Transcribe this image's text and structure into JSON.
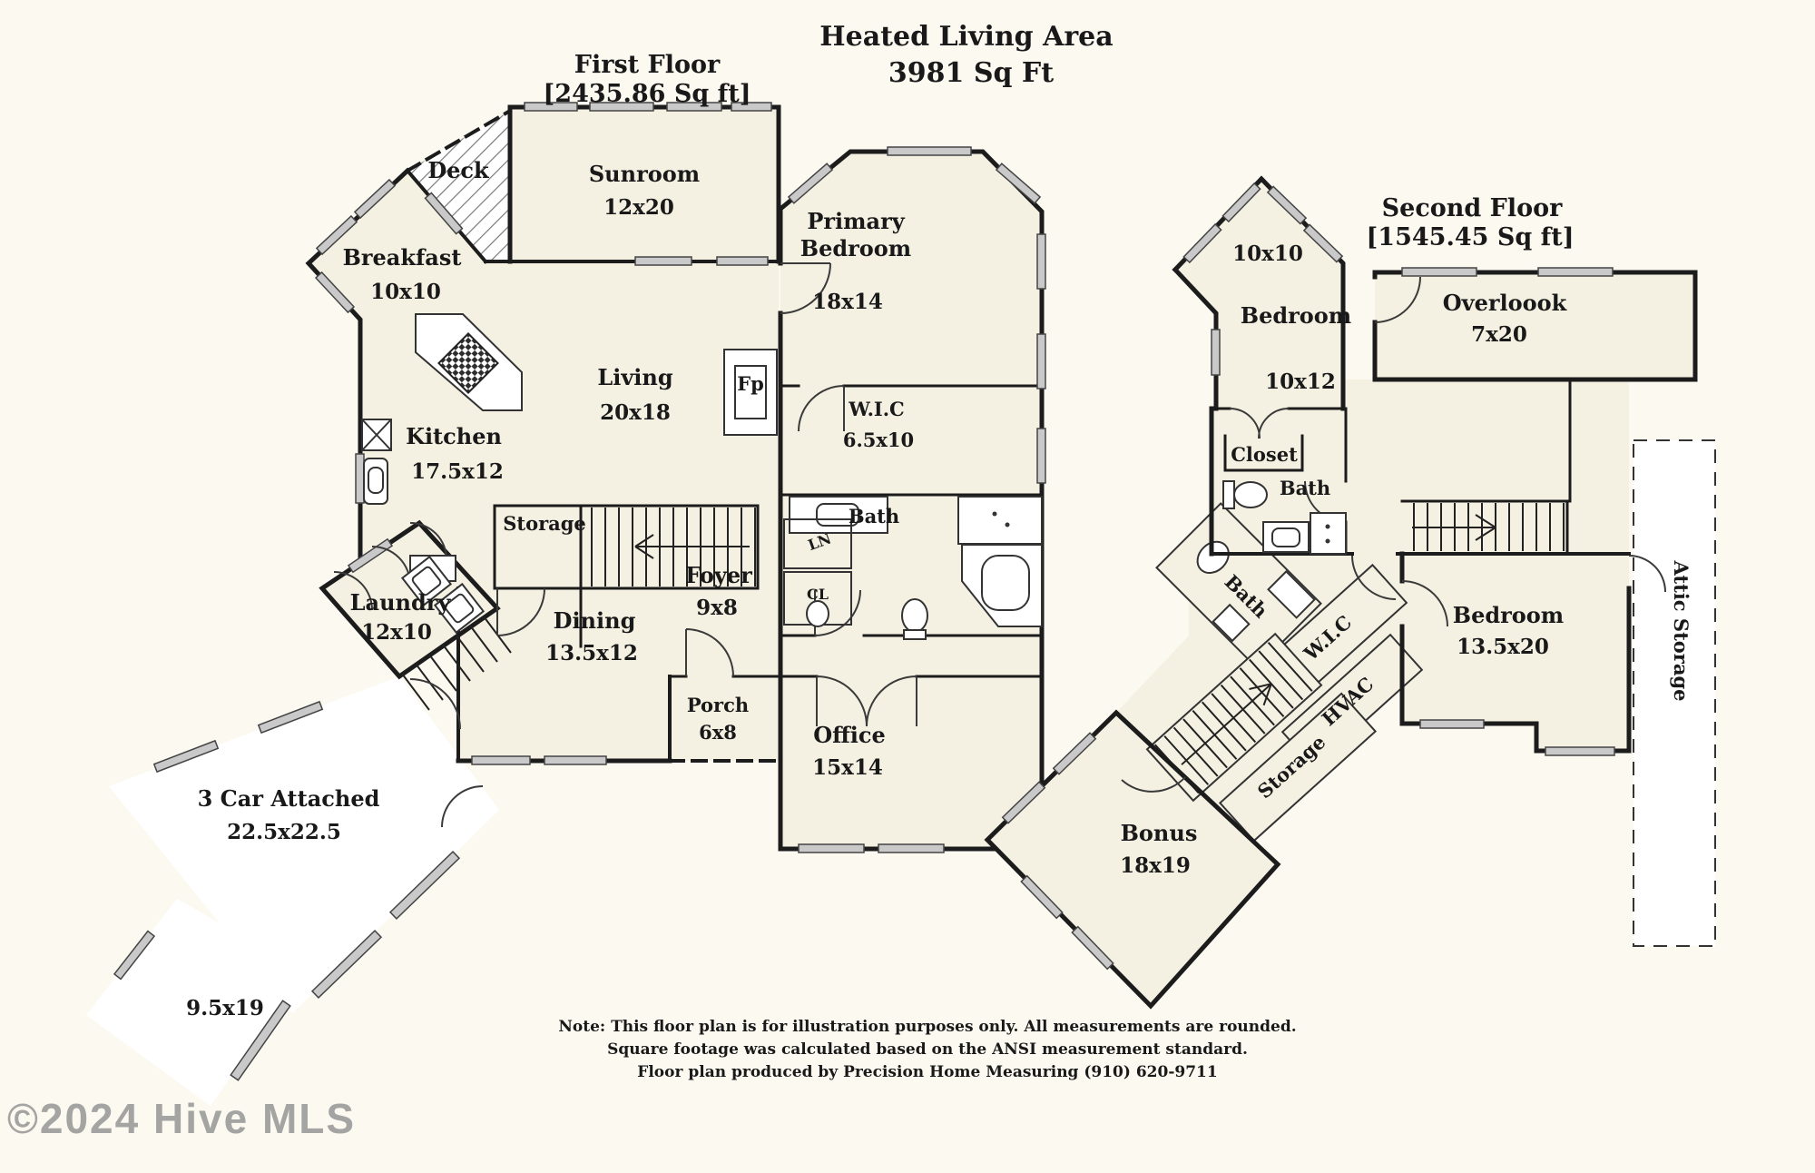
{
  "header": {
    "title_line1": "Heated Living Area",
    "title_line2": "3981 Sq Ft"
  },
  "first_floor": {
    "title": "First Floor",
    "area": "[2435.86 Sq ft]",
    "rooms": {
      "deck": "Deck",
      "sunroom": "Sunroom",
      "sunroom_dims": "12x20",
      "breakfast": "Breakfast",
      "breakfast_dims": "10x10",
      "primary_bedroom": "Primary\nBedroom",
      "primary_bedroom_dims": "18x14",
      "living": "Living",
      "living_dims": "20x18",
      "kitchen": "Kitchen",
      "kitchen_dims": "17.5x12",
      "wic": "W.I.C",
      "wic_dims": "6.5x10",
      "bath": "Bath",
      "fireplace": "Fp",
      "linen": "LN",
      "closet": "CL",
      "storage": "Storage",
      "foyer": "Foyer",
      "foyer_dims": "9x8",
      "dining": "Dining",
      "dining_dims": "13.5x12",
      "laundry": "Laundry",
      "laundry_dims": "12x10",
      "porch": "Porch",
      "porch_dims": "6x8",
      "office": "Office",
      "office_dims": "15x14",
      "garage": "3 Car Attached",
      "garage_dims": "22.5x22.5",
      "garage_bay_dims": "9.5x19"
    }
  },
  "second_floor": {
    "title": "Second Floor",
    "area": "[1545.45 Sq ft]",
    "rooms": {
      "bedroom1": "Bedroom",
      "bedroom1_dims_a": "10x10",
      "bedroom1_dims_b": "10x12",
      "overlook": "Overloook",
      "overlook_dims": "7x20",
      "closet": "Closet",
      "bath1": "Bath",
      "bath2": "Bath",
      "wic": "W.I.C",
      "hvac": "HVAC",
      "storage": "Storage",
      "bedroom2": "Bedroom",
      "bedroom2_dims": "13.5x20",
      "attic": "Attic Storage",
      "bonus": "Bonus",
      "bonus_dims": "18x19"
    }
  },
  "footnote": {
    "line1": "Note: This floor plan is for illustration purposes only. All measurements are rounded.",
    "line2": "Square footage was calculated based on the ANSI measurement standard.",
    "line3": "Floor plan produced by Precision Home Measuring (910) 620-9711"
  },
  "watermark": "©2024 Hive MLS",
  "colors": {
    "background": "#fbf9f0",
    "room_fill": "#f5f1e2",
    "unheated_fill": "#ffffff",
    "wall": "#1c1c1c",
    "window_fill": "#c9c9c9",
    "watermark": "#8f8f8f"
  }
}
